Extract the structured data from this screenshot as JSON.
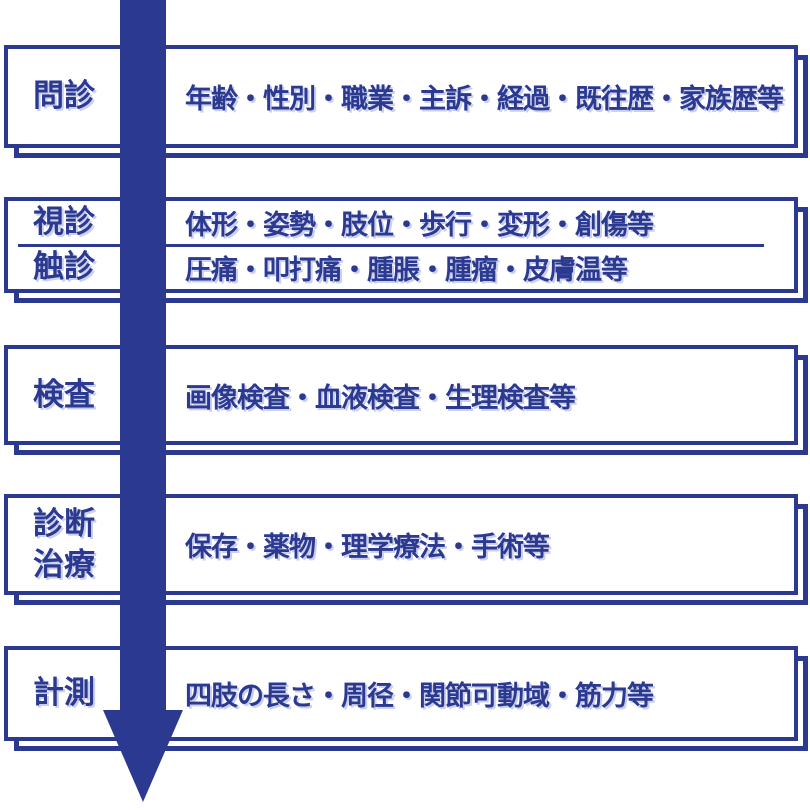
{
  "colors": {
    "accent_navy": "#2b3990",
    "background": "#ffffff",
    "text_halo": "#c9cfec"
  },
  "sections": [
    {
      "rows": [
        {
          "label": "問診",
          "content": "年齢・性別・職業・主訴・経過・既往歴・家族歴等"
        }
      ]
    },
    {
      "rows": [
        {
          "label": "視診",
          "content": "体形・姿勢・肢位・歩行・変形・創傷等"
        },
        {
          "label": "触診",
          "content": "圧痛・叩打痛・腫脹・腫瘤・皮膚温等"
        }
      ]
    },
    {
      "rows": [
        {
          "label": "検査",
          "content": "画像検査・血液検査・生理検査等"
        }
      ]
    },
    {
      "rows": [
        {
          "label": "診断\n治療",
          "content": "保存・薬物・理学療法・手術等"
        }
      ]
    },
    {
      "rows": [
        {
          "label": "計測",
          "content": "四肢の長さ・周径・関節可動域・筋力等"
        }
      ]
    }
  ]
}
